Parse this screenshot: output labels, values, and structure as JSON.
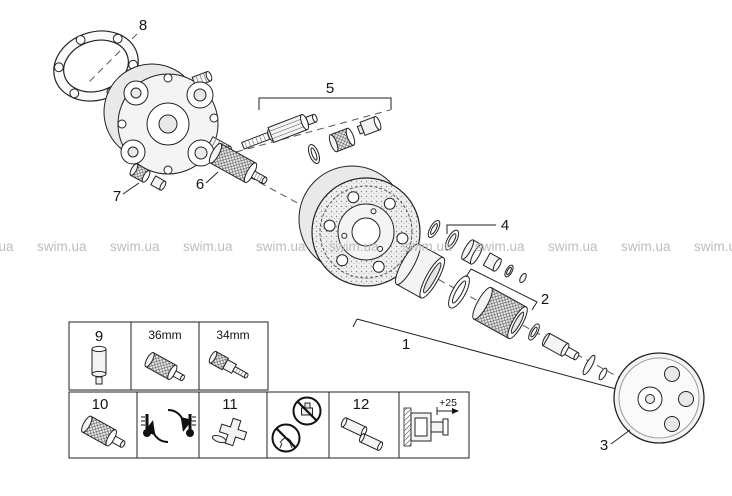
{
  "page": {
    "background": "#ffffff"
  },
  "watermark": {
    "text": "swim.ua",
    "color": "#bdbdbd"
  },
  "diagram": {
    "line_color": "#222222",
    "labels": {
      "1": "1",
      "2": "2",
      "3": "3",
      "4": "4",
      "5": "5",
      "6": "6",
      "7": "7",
      "8": "8",
      "9": "9",
      "10": "10",
      "11": "11",
      "12": "12"
    },
    "callouts": {
      "cartridge_size_a": "36mm",
      "cartridge_size_b": "34mm",
      "extension_offset": "+25"
    },
    "icons": {
      "temperature_cell": "thermometer-rotation-arrows-icon",
      "prohibition_cell": "no-tools-icon",
      "extension_cell": "valve-extension-section-icon",
      "gasket": "gasket-seal",
      "cover": "cover-plate-with-buttons"
    }
  }
}
